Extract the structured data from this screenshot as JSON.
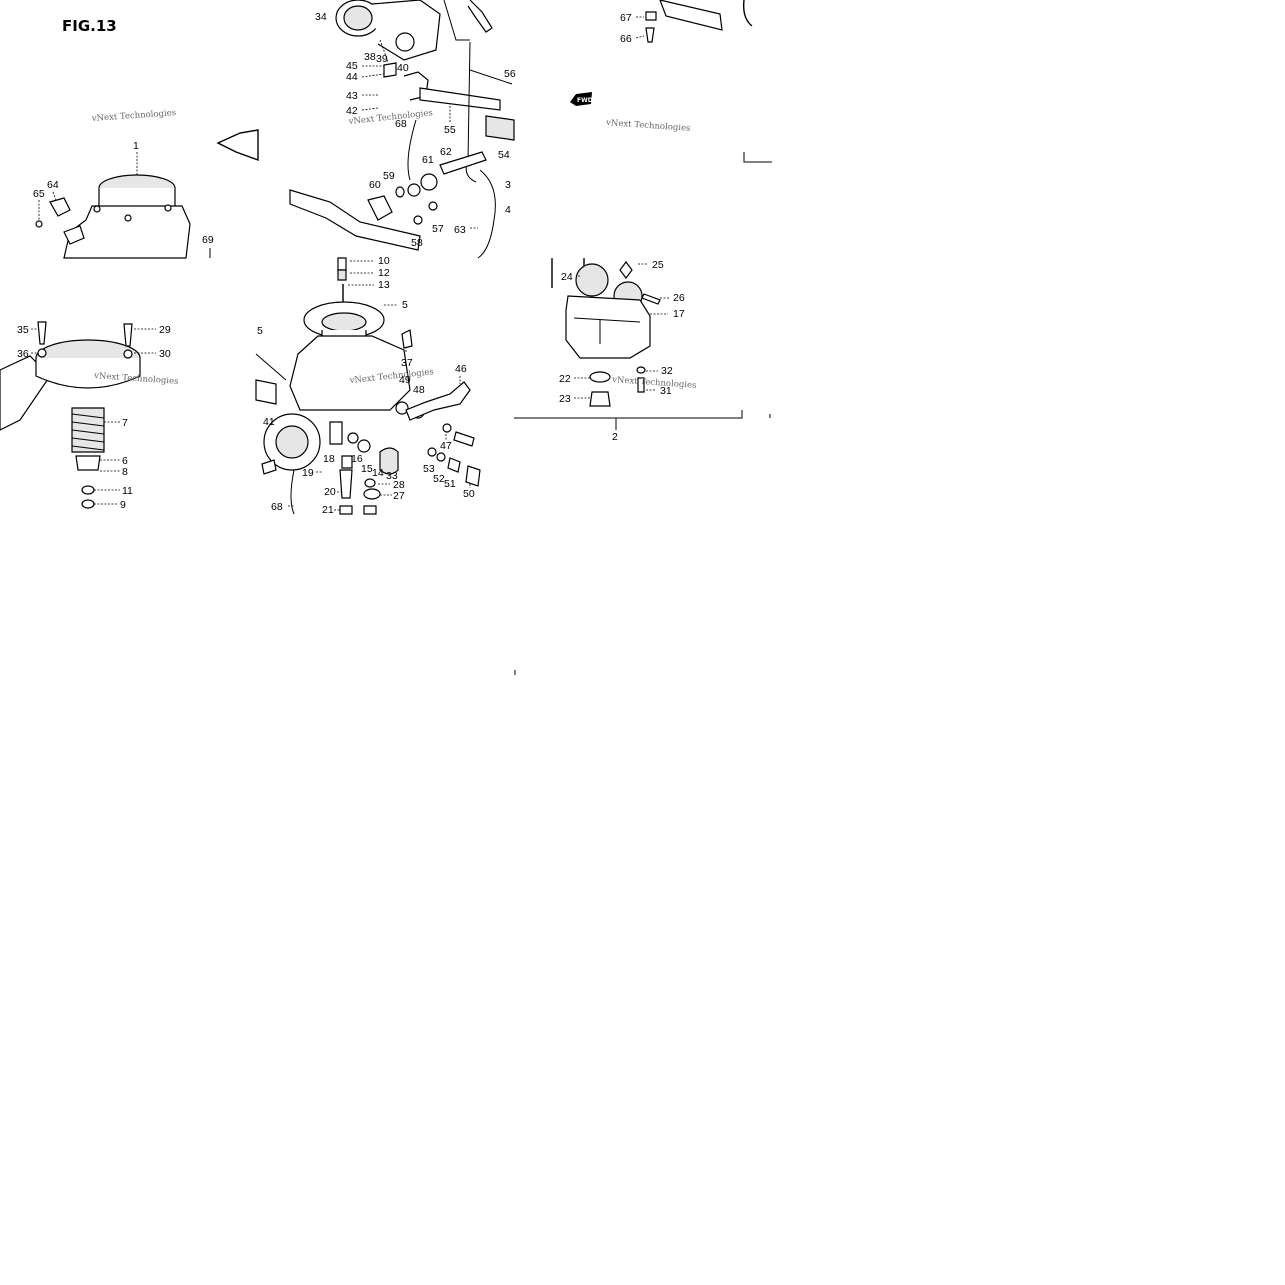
{
  "figure_title": "FIG.13",
  "watermark": "vNext Technologies",
  "fwd_marker": "FWD",
  "callouts": [
    "1",
    "2",
    "3",
    "4",
    "5",
    "6",
    "7",
    "8",
    "9",
    "10",
    "11",
    "12",
    "13",
    "14",
    "15",
    "16",
    "17",
    "18",
    "19",
    "20",
    "21",
    "22",
    "23",
    "24",
    "25",
    "26",
    "27",
    "28",
    "29",
    "30",
    "31",
    "32",
    "33",
    "34",
    "35",
    "36",
    "37",
    "38",
    "39",
    "40",
    "41",
    "42",
    "43",
    "44",
    "45",
    "46",
    "47",
    "48",
    "49",
    "50",
    "51",
    "52",
    "53",
    "54",
    "55",
    "56",
    "57",
    "58",
    "59",
    "60",
    "61",
    "62",
    "63",
    "64",
    "65",
    "66",
    "67",
    "68",
    "69"
  ]
}
